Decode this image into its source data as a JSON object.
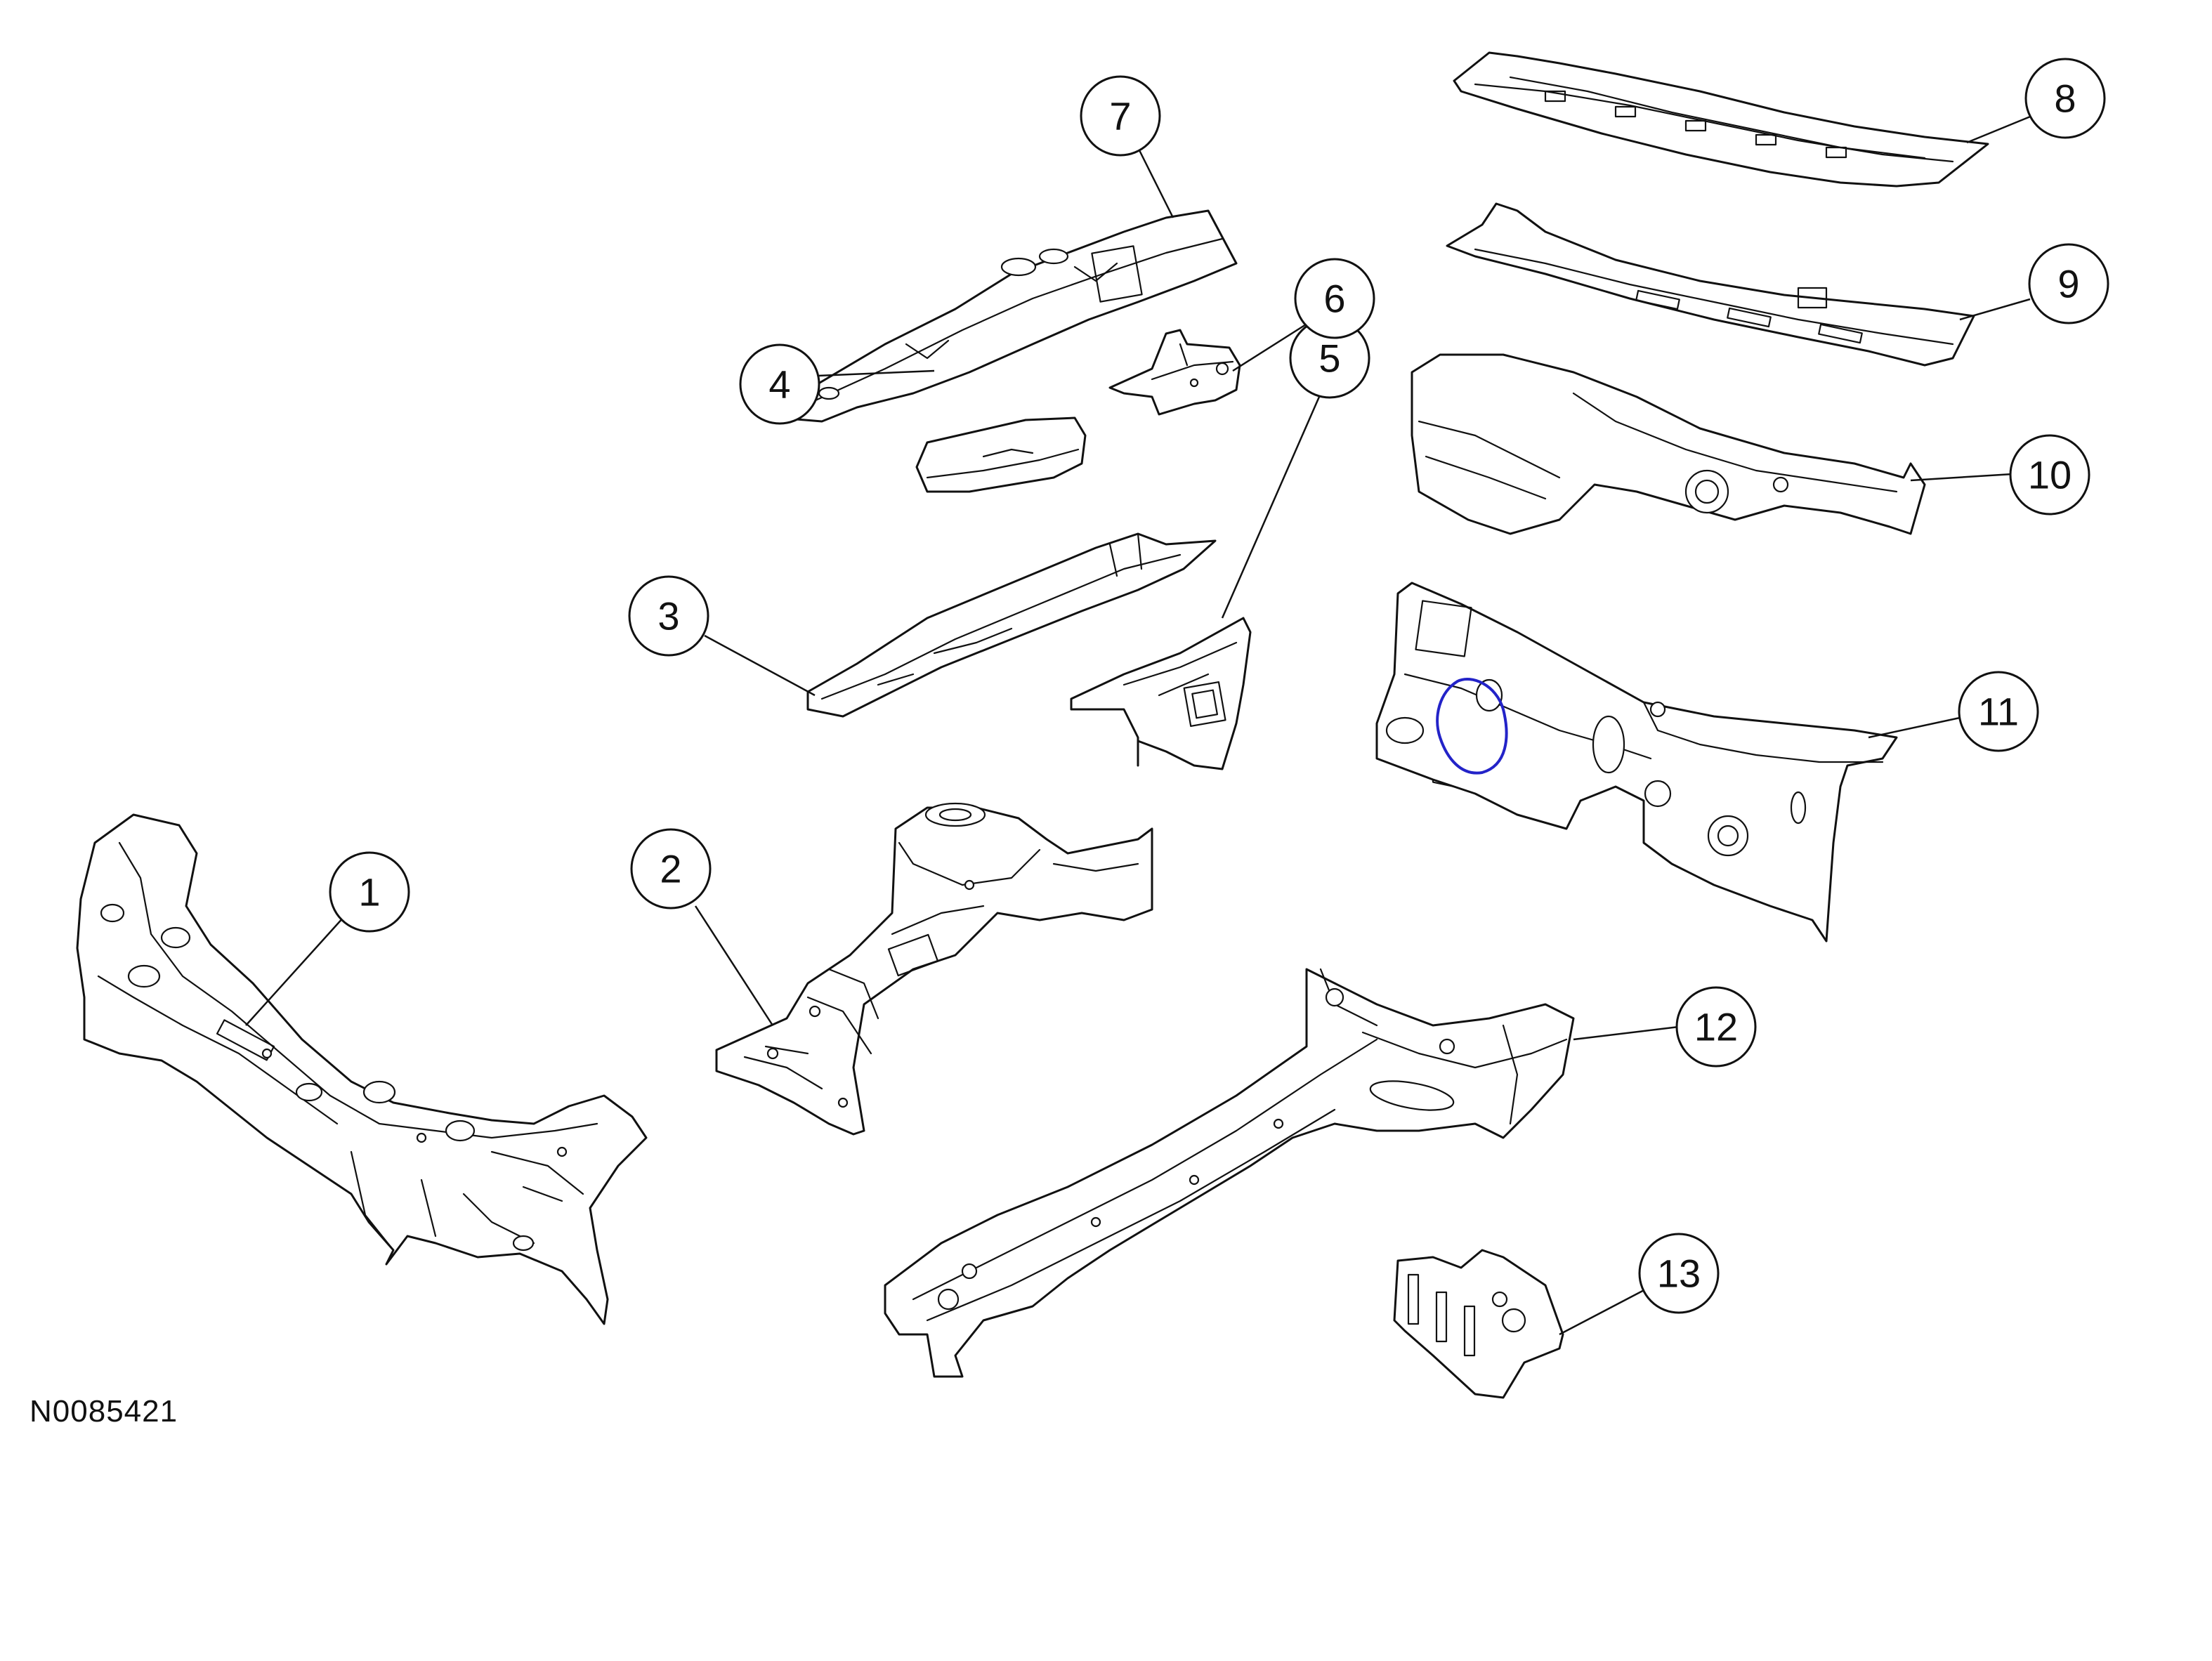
{
  "figure": {
    "reference_code": "N0085421",
    "callouts": [
      "1",
      "2",
      "3",
      "4",
      "5",
      "6",
      "7",
      "8",
      "9",
      "10",
      "11",
      "12",
      "13"
    ],
    "colors": {
      "line": "#111111",
      "markup": "#2323c8",
      "background": "#ffffff"
    }
  }
}
